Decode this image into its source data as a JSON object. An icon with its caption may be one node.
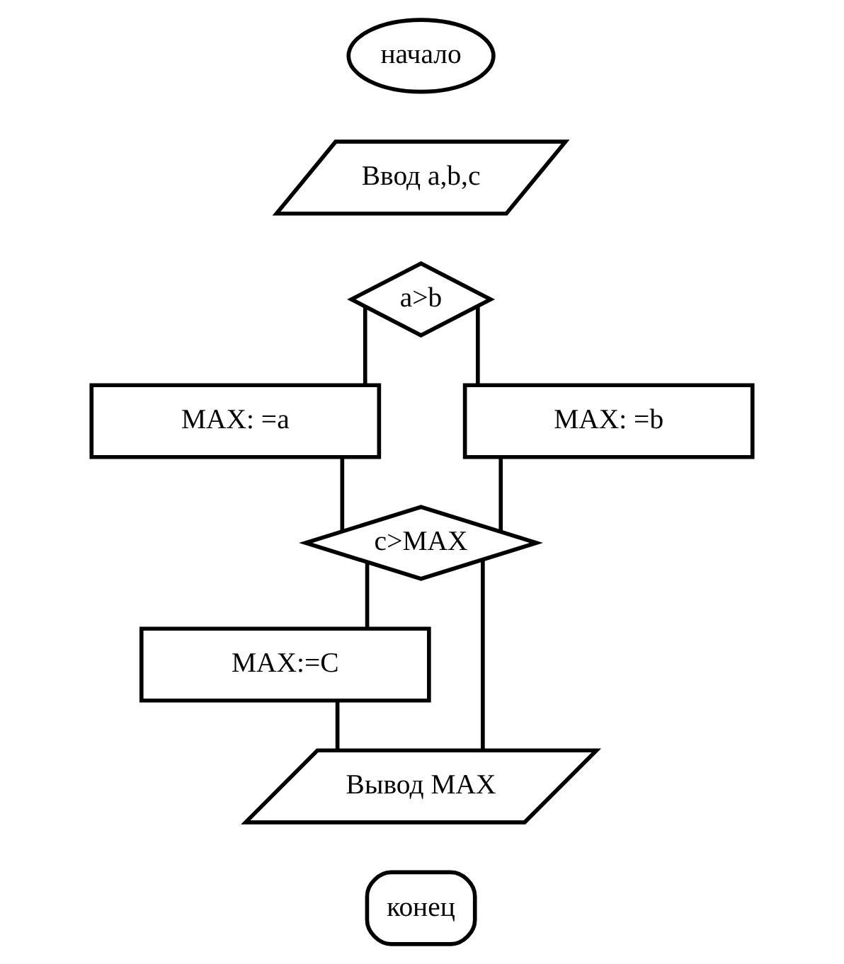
{
  "diagram": {
    "nodes": [
      {
        "text": [
          "начало"
        ]
      },
      {
        "text": [
          "Ввод a,b,c"
        ]
      },
      {
        "text": [
          "a>b"
        ]
      },
      {
        "text": [
          "MAX: =a"
        ]
      },
      {
        "text": [
          "MAX: =b"
        ]
      },
      {
        "text": [
          "c>MAX"
        ]
      },
      {
        "text": [
          "MAX:=C"
        ]
      },
      {
        "text": [
          "Вывод MAX"
        ]
      },
      {
        "text": [
          "конец"
        ]
      }
    ],
    "edges": [
      {
        "from": 2,
        "to": 3,
        "arrow": "none"
      },
      {
        "from": 2,
        "to": 4,
        "arrow": "none"
      },
      {
        "from": 3,
        "to": 5,
        "arrow": "none"
      },
      {
        "from": 4,
        "to": 5,
        "arrow": "none"
      },
      {
        "from": 5,
        "to": 6,
        "arrow": "none"
      },
      {
        "from": 5,
        "to": 7,
        "arrow": "none"
      },
      {
        "from": 6,
        "to": 7,
        "arrow": "none"
      }
    ]
  }
}
